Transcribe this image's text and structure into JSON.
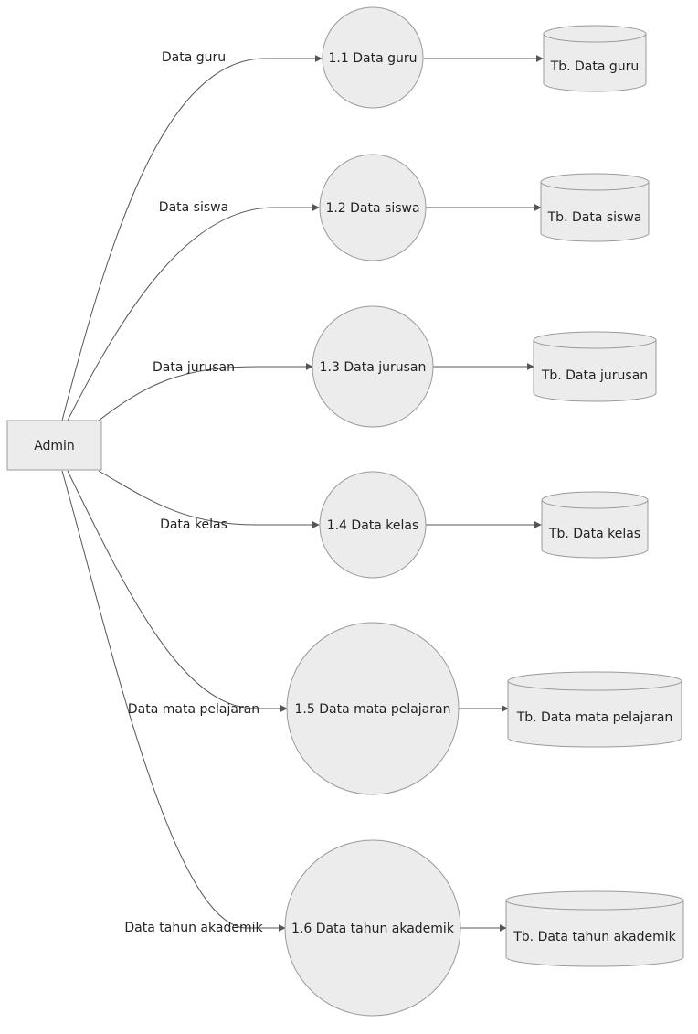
{
  "diagram": {
    "entity": {
      "label": "Admin"
    },
    "flows": [
      {
        "edge_label": "Data guru",
        "process": "1.1 Data guru",
        "store": "Tb. Data guru"
      },
      {
        "edge_label": "Data siswa",
        "process": "1.2 Data siswa",
        "store": "Tb. Data siswa"
      },
      {
        "edge_label": "Data jurusan",
        "process": "1.3 Data jurusan",
        "store": "Tb. Data jurusan"
      },
      {
        "edge_label": "Data kelas",
        "process": "1.4 Data kelas",
        "store": "Tb. Data kelas"
      },
      {
        "edge_label": "Data mata pelajaran",
        "process": "1.5 Data mata pelajaran",
        "store": "Tb. Data mata pelajaran"
      },
      {
        "edge_label": "Data tahun akademik",
        "process": "1.6 Data tahun akademik",
        "store": "Tb. Data tahun akademik"
      }
    ]
  }
}
